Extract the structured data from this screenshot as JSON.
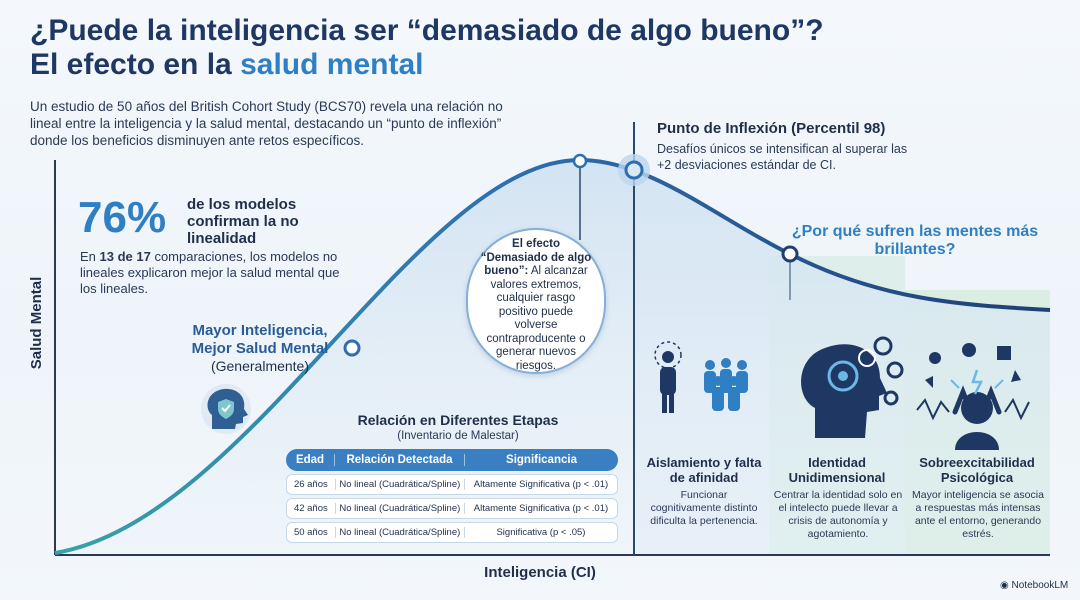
{
  "title": {
    "line1": "¿Puede la inteligencia ser “demasiado de algo bueno”?",
    "line2_prefix": "El efecto en la ",
    "line2_highlight": "salud mental"
  },
  "intro": "Un estudio de 50 años del British Cohort Study (BCS70) revela una relación no lineal entre la inteligencia y la salud mental, destacando un “punto de inflexión” donde los beneficios disminuyen ante retos específicos.",
  "axes": {
    "y_label": "Salud Mental",
    "x_label": "Inteligencia (CI)"
  },
  "stat": {
    "value": "76%",
    "headline": "de los modelos confirman la no linealidad",
    "text_prefix": "En ",
    "text_bold": "13 de 17",
    "text_suffix": " comparaciones, los modelos no lineales explicaron mejor la salud mental que los lineales."
  },
  "mayor": {
    "title": "Mayor Inteligencia, Mejor Salud Mental",
    "subtitle": "(Generalmente)"
  },
  "callout": {
    "bold": "El efecto “Demasiado de algo bueno”:",
    "text": " Al alcanzar valores extremos, cualquier rasgo positivo puede volverse contraproducente o generar nuevos riesgos."
  },
  "inflection": {
    "title": "Punto de Inflexión (Percentil 98)",
    "text": "Desafíos únicos se intensifican al superar las +2 desviaciones estándar de CI."
  },
  "why_title": "¿Por qué sufren las mentes más brillantes?",
  "table": {
    "title": "Relación en Diferentes Etapas",
    "subtitle": "(Inventario de Malestar)",
    "headers": [
      "Edad",
      "Relación Detectada",
      "Significancia"
    ],
    "rows": [
      [
        "26 años",
        "No lineal (Cuadrática/Spline)",
        "Altamente Significativa (p < .01)"
      ],
      [
        "42 años",
        "No lineal (Cuadrática/Spline)",
        "Altamente Significativa (p < .01)"
      ],
      [
        "50 años",
        "No lineal (Cuadrática/Spline)",
        "Significativa (p < .05)"
      ]
    ]
  },
  "cards": [
    {
      "title": "Aislamiento y falta de afinidad",
      "text": "Funcionar cognitivamente distinto dificulta la pertenencia.",
      "icon": "isolated-person-icon"
    },
    {
      "title": "Identidad Unidimensional",
      "text": "Centrar la identidad solo en el intelecto puede llevar a crisis de autonomía y agotamiento.",
      "icon": "brain-gears-icon"
    },
    {
      "title": "Sobreexcitabilidad Psicológica",
      "text": "Mayor inteligencia se asocia a respuestas más intensas ante el entorno, generando estrés.",
      "icon": "overwhelmed-head-icon"
    }
  ],
  "logo": "NotebookLM",
  "colors": {
    "primary": "#2f7fc4",
    "dark": "#1f3763",
    "curve": "#2e6fb0",
    "panel": "#d7ecee"
  }
}
